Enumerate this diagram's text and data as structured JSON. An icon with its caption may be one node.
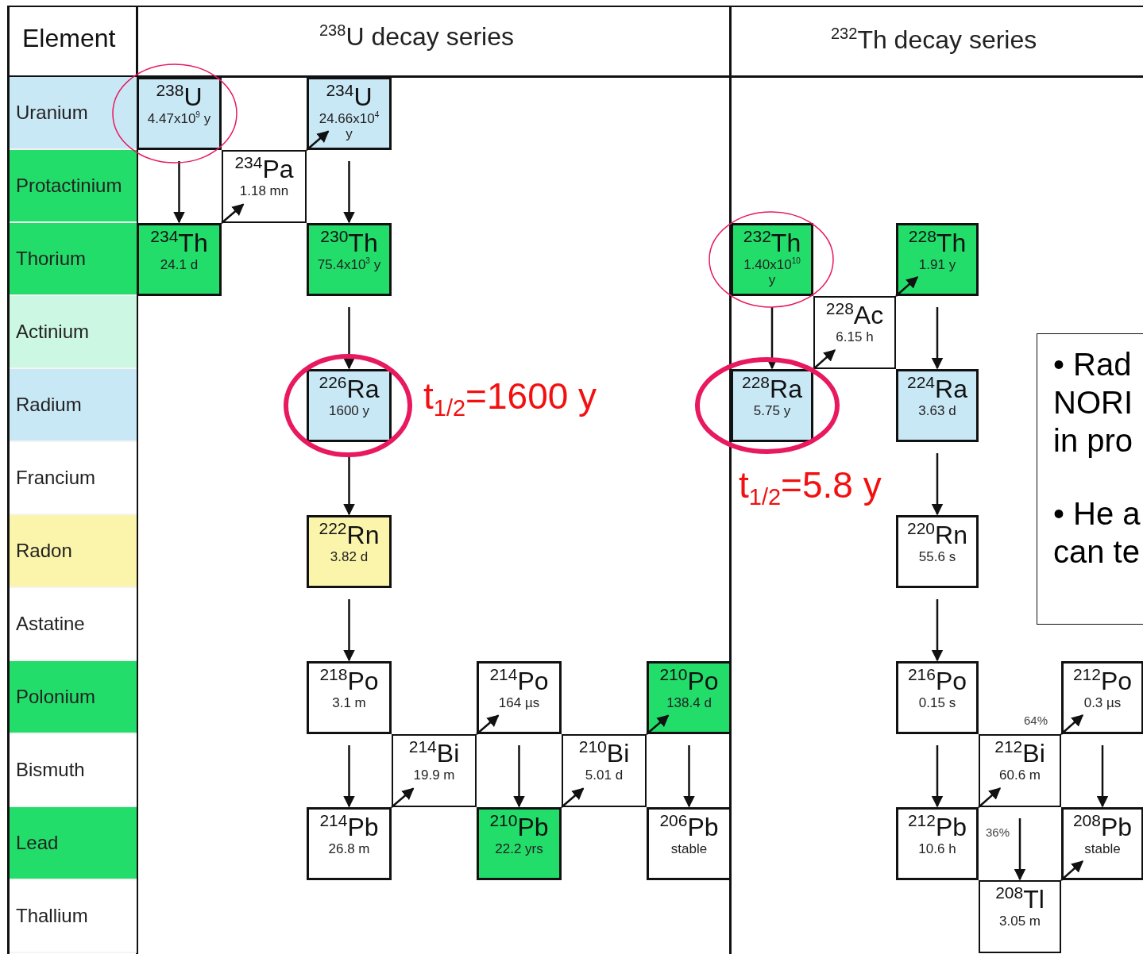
{
  "diagram": {
    "nodes": [
      {
        "text": [
          "Uranium"
        ]
      },
      {
        "text": [
          "Protactinium"
        ]
      },
      {
        "text": [
          "Thorium"
        ]
      },
      {
        "text": [
          "Actinium"
        ]
      },
      {
        "text": [
          "Radium"
        ]
      },
      {
        "text": [
          "Francium"
        ]
      },
      {
        "text": [
          "Radon"
        ]
      },
      {
        "text": [
          "Astatine"
        ]
      },
      {
        "text": [
          "Polonium"
        ]
      },
      {
        "text": [
          "Bismuth"
        ]
      },
      {
        "text": [
          "Lead"
        ]
      },
      {
        "text": [
          "Thallium"
        ]
      },
      {
        "text": [
          "$^{238}$U",
          "4.47x10$^{9}$ y"
        ]
      },
      {
        "text": [
          "$^{234}$U",
          "24.66x10$^{4}$ y"
        ]
      },
      {
        "text": [
          "$^{234}$Pa",
          "1.18 mn"
        ]
      },
      {
        "text": [
          "$^{234}$Th",
          "24.1 d"
        ]
      },
      {
        "text": [
          "$^{230}$Th",
          "75.4x10$^{3}$ y"
        ]
      },
      {
        "text": [
          "$^{226}$Ra",
          "1600 y"
        ]
      },
      {
        "text": [
          "$^{222}$Rn",
          "3.82 d"
        ]
      },
      {
        "text": [
          "$^{218}$Po",
          "3.1 m"
        ]
      },
      {
        "text": [
          "$^{214}$Po",
          "164 µs"
        ]
      },
      {
        "text": [
          "$^{210}$Po",
          "138.4 d"
        ]
      },
      {
        "text": [
          "$^{214}$Bi",
          "19.9 m"
        ]
      },
      {
        "text": [
          "$^{210}$Bi",
          "5.01 d"
        ]
      },
      {
        "text": [
          "$^{214}$Pb",
          "26.8 m"
        ]
      },
      {
        "text": [
          "$^{210}$Pb",
          "22.2 yrs"
        ]
      },
      {
        "text": [
          "$^{206}$Pb",
          "stable"
        ]
      },
      {
        "text": [
          "$^{232}$Th",
          "1.40x10$^{10}$ y"
        ]
      },
      {
        "text": [
          "$^{228}$Th",
          "1.91 y"
        ]
      },
      {
        "text": [
          "$^{228}$Ac",
          "6.15 h"
        ]
      },
      {
        "text": [
          "$^{228}$Ra",
          "5.75 y"
        ]
      },
      {
        "text": [
          "$^{224}$Ra",
          "3.63 d"
        ]
      },
      {
        "text": [
          "$^{220}$Rn",
          "55.6 s"
        ]
      },
      {
        "text": [
          "$^{216}$Po",
          "0.15 s"
        ]
      },
      {
        "text": [
          "$^{212}$Po",
          "0.3 µs"
        ]
      },
      {
        "text": [
          "$^{212}$Bi",
          "60.6 m"
        ]
      },
      {
        "text": [
          "$^{212}$Pb",
          "10.6 h"
        ]
      },
      {
        "text": [
          "$^{208}$Pb",
          "stable"
        ]
      },
      {
        "text": [
          "$^{208}$Tl",
          "3.05 m"
        ]
      },
      {
        "text": [
          "• Rad NORI in pro",
          "• He a can te"
        ]
      }
    ],
    "edges": [
      {
        "from": 12,
        "to": 15,
        "arrow": "to"
      },
      {
        "from": 15,
        "to": 14,
        "arrow": "to"
      },
      {
        "from": 14,
        "to": 13,
        "arrow": "to"
      },
      {
        "from": 13,
        "to": 16,
        "arrow": "to"
      },
      {
        "from": 16,
        "to": 17,
        "arrow": "to"
      },
      {
        "from": 17,
        "to": 18,
        "arrow": "to"
      },
      {
        "from": 18,
        "to": 19,
        "arrow": "to"
      },
      {
        "from": 19,
        "to": 24,
        "arrow": "to"
      },
      {
        "from": 24,
        "to": 22,
        "arrow": "to"
      },
      {
        "from": 22,
        "to": 20,
        "arrow": "to"
      },
      {
        "from": 20,
        "to": 25,
        "arrow": "to"
      },
      {
        "from": 25,
        "to": 23,
        "arrow": "to"
      },
      {
        "from": 23,
        "to": 21,
        "arrow": "to"
      },
      {
        "from": 21,
        "to": 26,
        "arrow": "to"
      },
      {
        "from": 27,
        "to": 30,
        "arrow": "to"
      },
      {
        "from": 30,
        "to": 29,
        "arrow": "to"
      },
      {
        "from": 29,
        "to": 28,
        "arrow": "to"
      },
      {
        "from": 28,
        "to": 31,
        "arrow": "to"
      },
      {
        "from": 31,
        "to": 32,
        "arrow": "to"
      },
      {
        "from": 32,
        "to": 33,
        "arrow": "to"
      },
      {
        "from": 33,
        "to": 36,
        "arrow": "to"
      },
      {
        "from": 36,
        "to": 35,
        "arrow": "to"
      },
      {
        "from": 35,
        "to": 34,
        "label": "64%",
        "arrow": "to"
      },
      {
        "from": 35,
        "to": 38,
        "label": "36%",
        "arrow": "to"
      },
      {
        "from": 34,
        "to": 37,
        "arrow": "to"
      },
      {
        "from": 38,
        "to": 37,
        "arrow": "to"
      }
    ],
    "labels": [
      "Element",
      "$^{238}$U decay series",
      "$^{232}$Th decay series",
      "t$_{1/2}$=1600 y",
      "t$_{1/2}$=5.8 y"
    ]
  }
}
